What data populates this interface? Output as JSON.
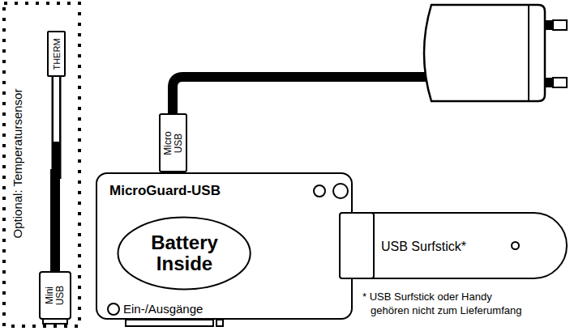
{
  "diagram": {
    "nodes": [
      {
        "text": [
          "Optional: Temperatursensor"
        ]
      },
      {
        "text": [
          "THERM"
        ],
        "in": 0
      },
      {
        "text": [
          "Mini USB"
        ],
        "in": 0
      },
      {
        "text": [
          "Micro USB"
        ]
      },
      {
        "text": [
          "MicroGuard-USB",
          "Ein-/Ausgänge"
        ]
      },
      {
        "text": [
          "Battery Inside"
        ],
        "in": 4
      },
      {
        "text": [
          "USB Surfstick*"
        ]
      }
    ],
    "edges": [
      {
        "from": 1,
        "to": 2,
        "arrow": "none"
      }
    ],
    "labels": [
      "* USB Surfstick oder Handy gehören nicht zum Lieferumfang"
    ]
  }
}
